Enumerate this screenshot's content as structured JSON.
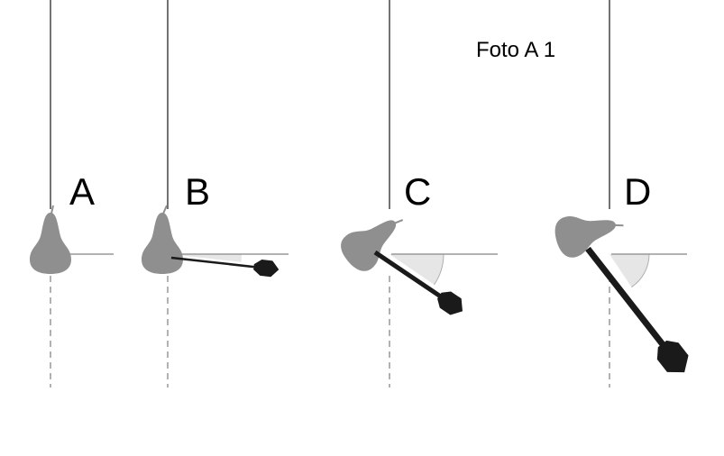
{
  "caption": "Foto A 1",
  "panels": [
    {
      "letter": "A"
    },
    {
      "letter": "B"
    },
    {
      "letter": "C"
    },
    {
      "letter": "D"
    }
  ],
  "colors": {
    "pear": "#8f8f8f",
    "string": "#444444",
    "guide": "#999999",
    "angle_fill": "#e6e6e6",
    "arrow": "#1a1a1a"
  }
}
